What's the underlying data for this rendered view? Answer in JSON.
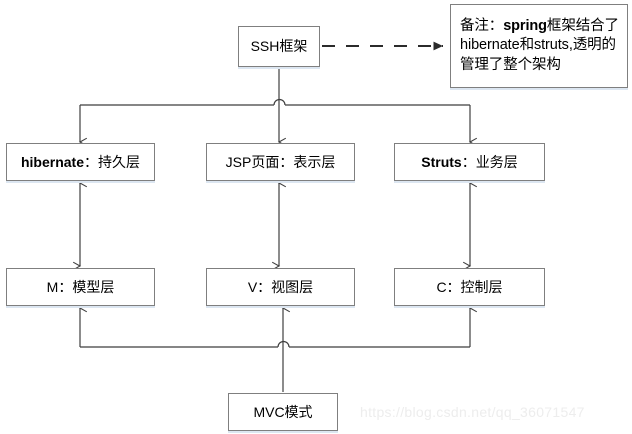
{
  "diagram": {
    "title_node": {
      "label": "SSH框架"
    },
    "note_node": {
      "prefix": "备注：",
      "bold_word": "spring",
      "rest": "框架结合了hibernate和struts,透明的管理了整个架构",
      "full_text": "备注：spring框架结合了hibernate和struts,透明的管理了整个架构"
    },
    "layer_nodes": [
      {
        "bold": "hibernate",
        "plain": "：持久层",
        "full": "hibernate：持久层"
      },
      {
        "bold": "",
        "plain": "JSP页面：表示层",
        "full": "JSP页面：表示层"
      },
      {
        "bold": "Struts",
        "plain": "：业务层",
        "full": "Struts：业务层"
      }
    ],
    "mvc_nodes": [
      {
        "full": "M：模型层"
      },
      {
        "full": "V：视图层"
      },
      {
        "full": "C：控制层"
      }
    ],
    "bottom_node": {
      "label": "MVC模式"
    },
    "edges": {
      "ssh_to_note_style": "dashed-arrow",
      "ssh_to_layers_style": "solid-arrow-down",
      "layers_to_mvc_style": "double-headed-arrow",
      "mvc_to_bottom_style": "solid-arrow-up"
    },
    "colors": {
      "box_border": "#7f7f7f",
      "box_shadow": "#dce6f1",
      "line": "#3f3f3f",
      "text": "#000000",
      "background": "#ffffff",
      "watermark": "#ededed"
    }
  },
  "watermark": {
    "text": "https://blog.csdn.net/qq_36071547"
  }
}
